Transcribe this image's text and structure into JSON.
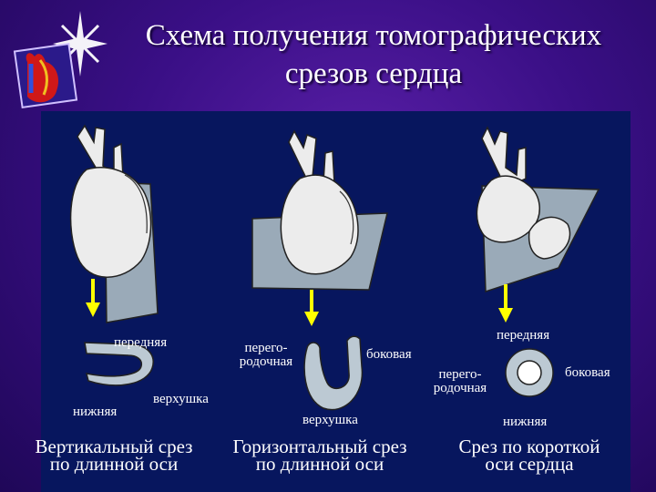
{
  "title": {
    "line1": "Схема получения томографических",
    "line2": "срезов сердца"
  },
  "logo": {
    "icon": "heart-star-logo-icon"
  },
  "colors": {
    "background": "#3a0f86",
    "panel": "#07165e",
    "arrow": "#ffff00",
    "plane": "#9aaab8",
    "heart": "#ececec",
    "slice": "#bcc9d3"
  },
  "sections": [
    {
      "caption_line1": "Вертикальный срез",
      "caption_line2": "по длинной оси",
      "labels": {
        "anterior": "передняя",
        "apex": "верхушка",
        "inferior": "нижняя"
      }
    },
    {
      "caption_line1": "Горизонтальный срез",
      "caption_line2": "по длинной оси",
      "labels": {
        "septal_1": "перего-",
        "septal_2": "родочная",
        "lateral": "боковая",
        "apex": "верхушка"
      }
    },
    {
      "caption_line1": "Срез по короткой",
      "caption_line2": "оси сердца",
      "labels": {
        "anterior": "передняя",
        "septal_1": "перего-",
        "septal_2": "родочная",
        "lateral": "боковая",
        "inferior": "нижняя"
      }
    }
  ]
}
